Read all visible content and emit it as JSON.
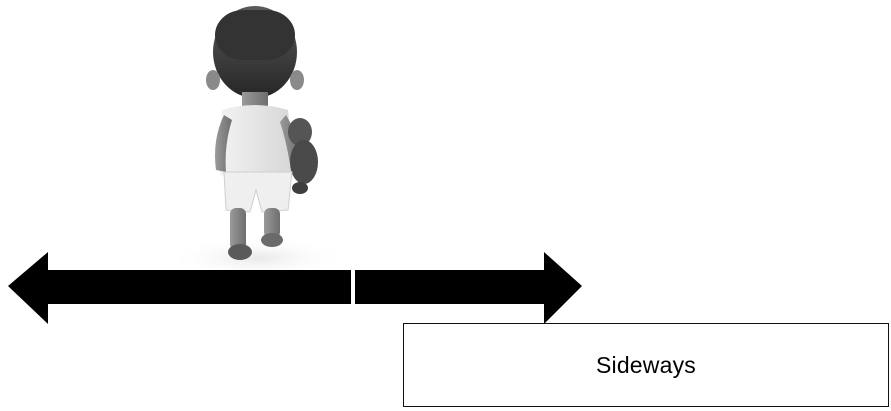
{
  "diagram": {
    "figure": {
      "icon": "walking-child-figure"
    },
    "arrow": {
      "icon": "double-headed-arrow",
      "direction": "left-right",
      "color": "#000000"
    },
    "label": {
      "text": "Sideways"
    }
  }
}
